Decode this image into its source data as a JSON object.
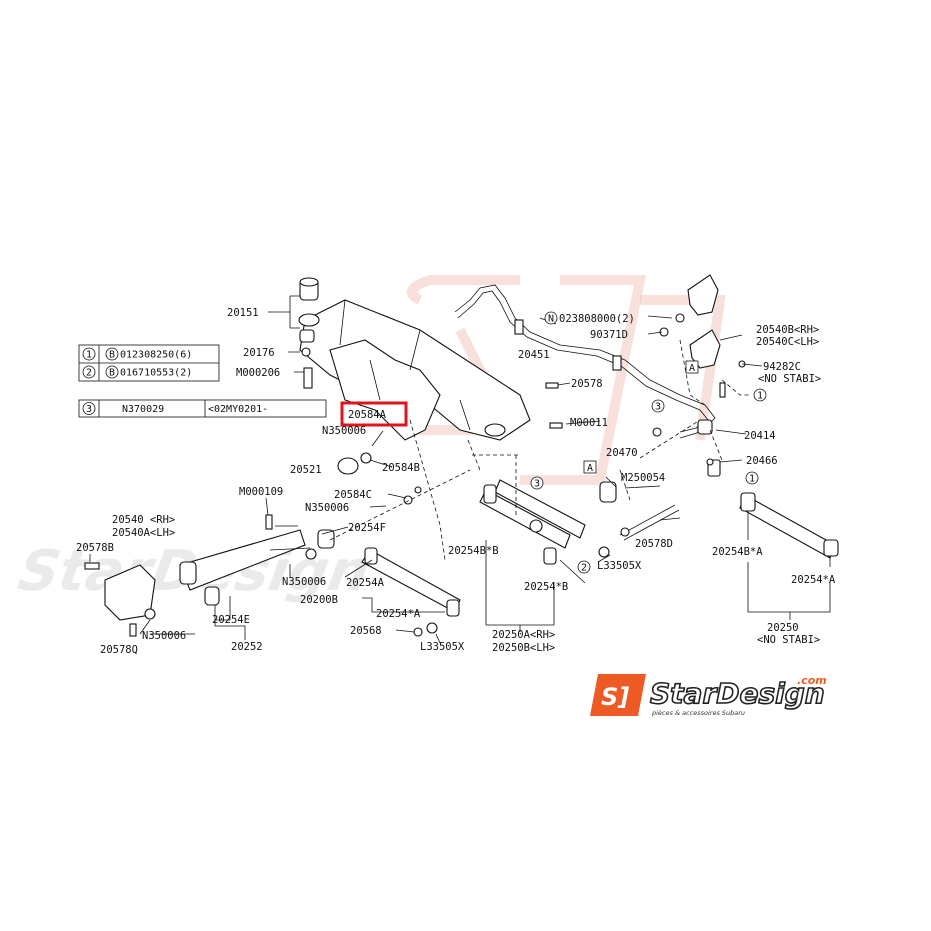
{
  "legend": {
    "rows": [
      {
        "circle": "1",
        "b": "B",
        "part": "012308250(6)"
      },
      {
        "circle": "2",
        "b": "B",
        "part": "016710553(2)"
      }
    ],
    "row3": {
      "circle": "3",
      "part": "N370029",
      "range": "<02MY0201-"
    }
  },
  "highlighted_label": "20584A",
  "labels": {
    "l20151": "20151",
    "l20176": "20176",
    "lM000206": "M000206",
    "lN023808000": "023808000(2)",
    "lN": "N",
    "l90371D": "90371D",
    "l20451": "20451",
    "l20578": "20578",
    "l20540B": "20540B<RH>",
    "l20540C": "20540C<LH>",
    "l94282C": "94282C",
    "lNoStabi1": "<NO STABI>",
    "lN350006a": "N350006",
    "lM00011": "M00011",
    "l20414": "20414",
    "l20521": "20521",
    "l20584B": "20584B",
    "l20584C": "20584C",
    "lN350006b": "N350006",
    "l20254F": "20254F",
    "lM000109": "M000109",
    "l20470": "20470",
    "lM250054": "M250054",
    "l20466": "20466",
    "l20540": "20540 <RH>",
    "l20540A": "20540A<LH>",
    "l20578B": "20578B",
    "lN350006c": "N350006",
    "l20254A": "20254A",
    "l20254Bb": "20254B*B",
    "l20254b": "20254*B",
    "l20578D": "20578D",
    "lL33505Xa": "L33505X",
    "l20254Ba": "20254B*A",
    "l20254a": "20254*A",
    "l20200B": "20200B",
    "l20254a2": "20254*A",
    "l20254E": "20254E",
    "lN350006d": "N350006",
    "l20568": "20568",
    "lL33505Xb": "L33505X",
    "l20250A": "20250A<RH>",
    "l20250B": "20250B<LH>",
    "l20250": "20250",
    "lNoStabi2": "<NO STABI>",
    "l20578Q": "20578Q",
    "l20252": "20252",
    "boxA1": "A",
    "boxA2": "A",
    "c1a": "1",
    "c1b": "1",
    "c3a": "3",
    "c3b": "3",
    "c2": "2"
  },
  "logo": {
    "mark": "S]",
    "name": "StarDesign",
    "dotcom": ".com",
    "tagline": "pièces & accessoires Subaru"
  },
  "colors": {
    "highlight": "#e0141b",
    "logo_orange": "#ee5a24",
    "watermark": "#f3c7bd"
  }
}
